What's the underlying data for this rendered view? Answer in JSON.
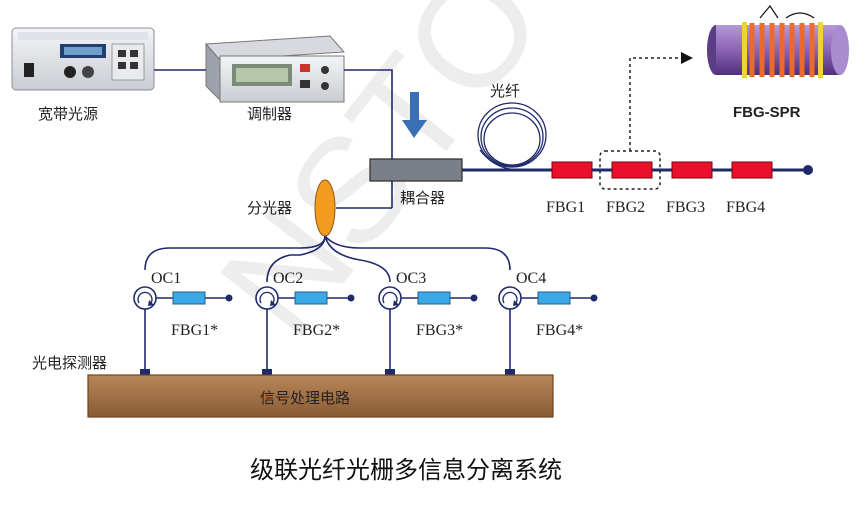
{
  "watermark": "NSTO",
  "devices": {
    "broadband_source": "宽带光源",
    "modulator": "调制器",
    "fiber": "光纤",
    "coupler": "耦合器",
    "splitter": "分光器",
    "photodetector": "光电探测器",
    "signal_circuit": "信号处理电路",
    "spr_sensor": "FBG-SPR"
  },
  "sensing_gratings": [
    "FBG1",
    "FBG2",
    "FBG3",
    "FBG4"
  ],
  "reference_gratings": [
    "FBG1*",
    "FBG2*",
    "FBG3*",
    "FBG4*"
  ],
  "circulators": [
    "OC1",
    "OC2",
    "OC3",
    "OC4"
  ],
  "caption": "级联光纤光栅多信息分离系统",
  "colors": {
    "fiber": "#1f2a6b",
    "fbg": "#e8102a",
    "ref_fbg": "#3ca9e6",
    "splitter": "#f39a1f",
    "coupler": "#7a7f88",
    "arrow": "#3a6fb5",
    "circuit": "#9b6a3c",
    "spr_body": "#8c63b5",
    "spr_coil": "#ef6a2a"
  }
}
